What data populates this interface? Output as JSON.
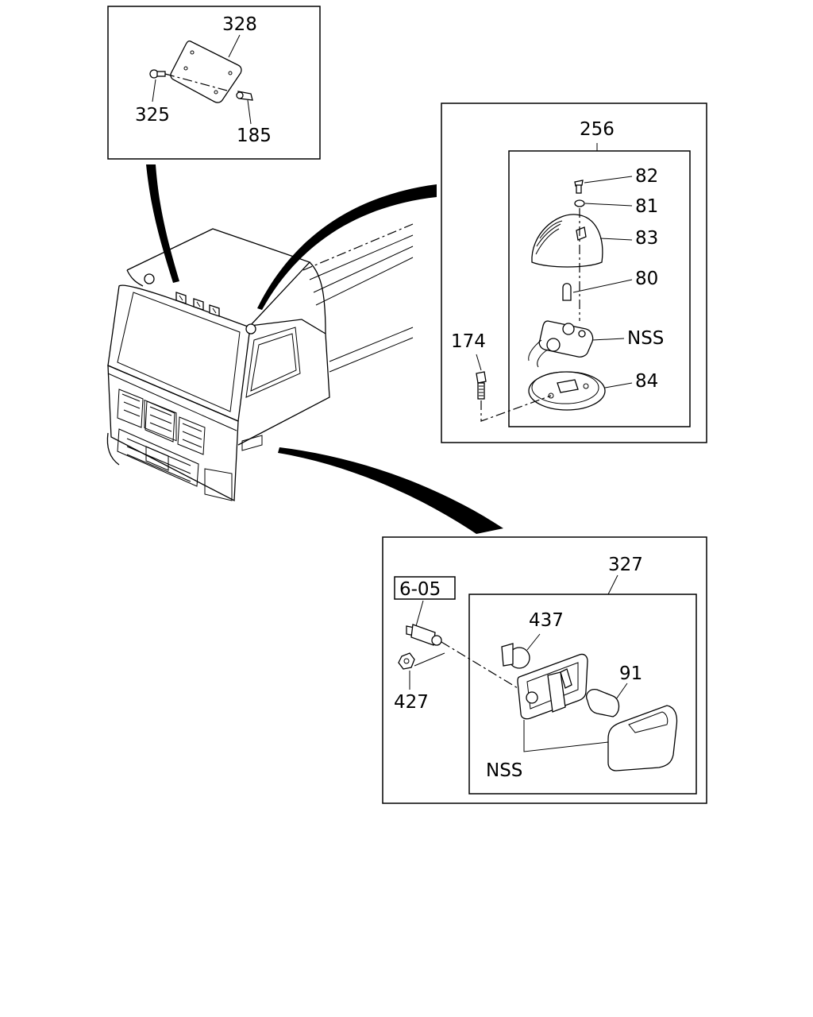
{
  "labels": {
    "p328": "328",
    "p325": "325",
    "p185": "185",
    "p256": "256",
    "p82": "82",
    "p81": "81",
    "p83": "83",
    "p80": "80",
    "nss_top": "NSS",
    "p174": "174",
    "p84": "84",
    "p327": "327",
    "ref_605": "6-05",
    "p437": "437",
    "p91": "91",
    "p427": "427",
    "nss_bottom": "NSS"
  }
}
